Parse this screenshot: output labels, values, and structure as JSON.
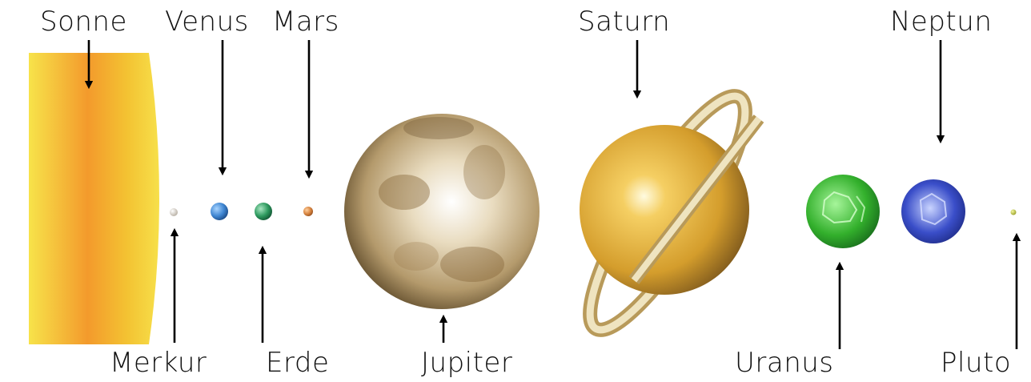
{
  "labels": {
    "sun": "Sonne",
    "mercury": "Merkur",
    "venus": "Venus",
    "earth": "Erde",
    "mars": "Mars",
    "jupiter": "Jupiter",
    "saturn": "Saturn",
    "uranus": "Uranus",
    "neptune": "Neptun",
    "pluto": "Pluto"
  },
  "colors": {
    "sun": "#f2c12e",
    "mercury": "#d9d4cc",
    "venus": "#4a8fd6",
    "earth": "#3aa56b",
    "mars": "#d98a4a",
    "jupiter": "#d8c8a4",
    "saturn": "#e3b23c",
    "uranus": "#3fbf3a",
    "neptune": "#3040c0",
    "pluto": "#c8d24a"
  }
}
